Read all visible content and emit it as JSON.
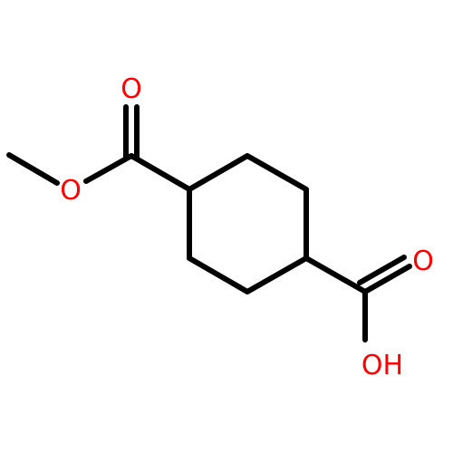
{
  "colors": {
    "bond": "#000000",
    "heteroatom_oxygen": "#ff0000",
    "background": "#ffffff"
  },
  "atoms": {
    "carbonyl_oxygen_top": "O",
    "ester_oxygen": "O",
    "carbonyl_oxygen_right": "O",
    "hydroxyl": "OH"
  }
}
